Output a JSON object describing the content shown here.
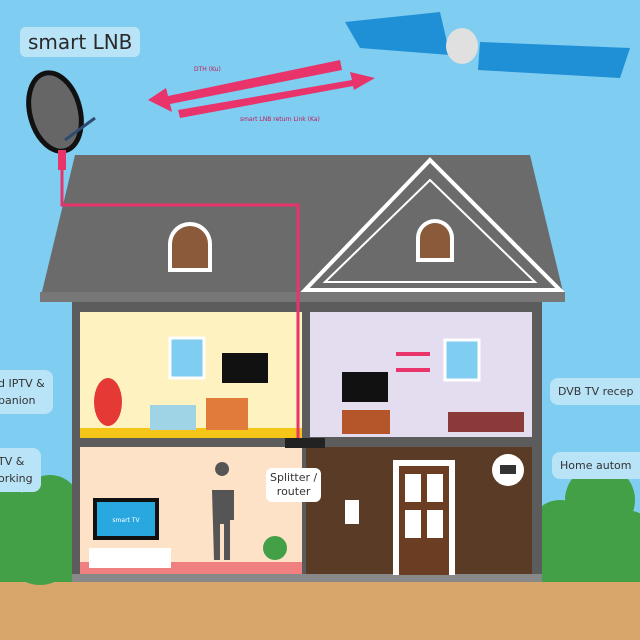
{
  "title": "smart LNB",
  "links": {
    "downlink": "DTH (Ku)",
    "uplink": "smart LNB return Link (Ka)"
  },
  "labels_left": [
    {
      "line1": "d IPTV &",
      "line2": "panion"
    },
    {
      "line1": "TV &",
      "line2": "orking"
    }
  ],
  "labels_right": [
    "DVB TV recep",
    "Home autom"
  ],
  "splitter": {
    "line1": "Splitter /",
    "line2": "router"
  },
  "smart_tv": "smart TV",
  "colors": {
    "sky": "#7fcdf0",
    "roof": "#6b6b6b",
    "arrow": "#e8336b",
    "ground": "#d8a66a",
    "bush": "#4caf50"
  }
}
